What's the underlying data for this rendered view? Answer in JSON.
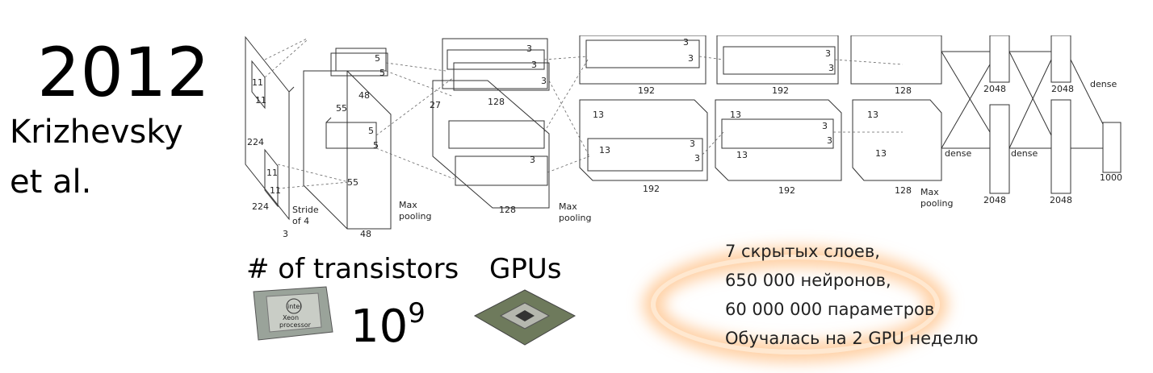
{
  "year": "2012",
  "authors": [
    "Krizhevsky",
    "et al."
  ],
  "diagram": {
    "input": {
      "dims": [
        "224",
        "224"
      ],
      "kernel": [
        "11",
        "11",
        "11",
        "11"
      ],
      "stride": [
        "Stride",
        "of 4"
      ],
      "depth": "3"
    },
    "conv1": {
      "size": [
        "55",
        "55"
      ],
      "kernel": [
        "5",
        "5",
        "5",
        "5"
      ],
      "depth": [
        "48",
        "48"
      ]
    },
    "conv2": {
      "size": "27",
      "kernel": [
        "3",
        "3",
        "3",
        "3"
      ],
      "depth": [
        "128",
        "128"
      ]
    },
    "conv3": {
      "size": [
        "13",
        "13"
      ],
      "kernel": [
        "3",
        "3",
        "3",
        "3"
      ],
      "depth": [
        "192",
        "192"
      ]
    },
    "conv4": {
      "size": [
        "13",
        "13"
      ],
      "kernel": [
        "3",
        "3",
        "3",
        "3"
      ],
      "depth": [
        "192",
        "192"
      ]
    },
    "conv5": {
      "size": [
        "13",
        "13"
      ],
      "depth": [
        "128",
        "128"
      ]
    },
    "pool_labels": [
      "Max",
      "pooling",
      "Max",
      "pooling",
      "Max",
      "pooling"
    ],
    "dense": {
      "labels": [
        "dense",
        "dense",
        "dense"
      ],
      "units": [
        "2048",
        "2048",
        "2048",
        "2048",
        "1000"
      ]
    }
  },
  "transistors_label": "# of transistors",
  "transistor_count": {
    "base": "10",
    "exp": "9"
  },
  "gpus_label": "GPUs",
  "cpu_chip_text": [
    "intel",
    "Xeon",
    "processor"
  ],
  "stats": [
    "7 скрытых слоев,",
    "650 000 нейронов,",
    "60 000 000 параметров",
    "Обучалась на 2 GPU неделю"
  ],
  "colors": {
    "glow": "#ffaa5a",
    "text": "#000000"
  }
}
